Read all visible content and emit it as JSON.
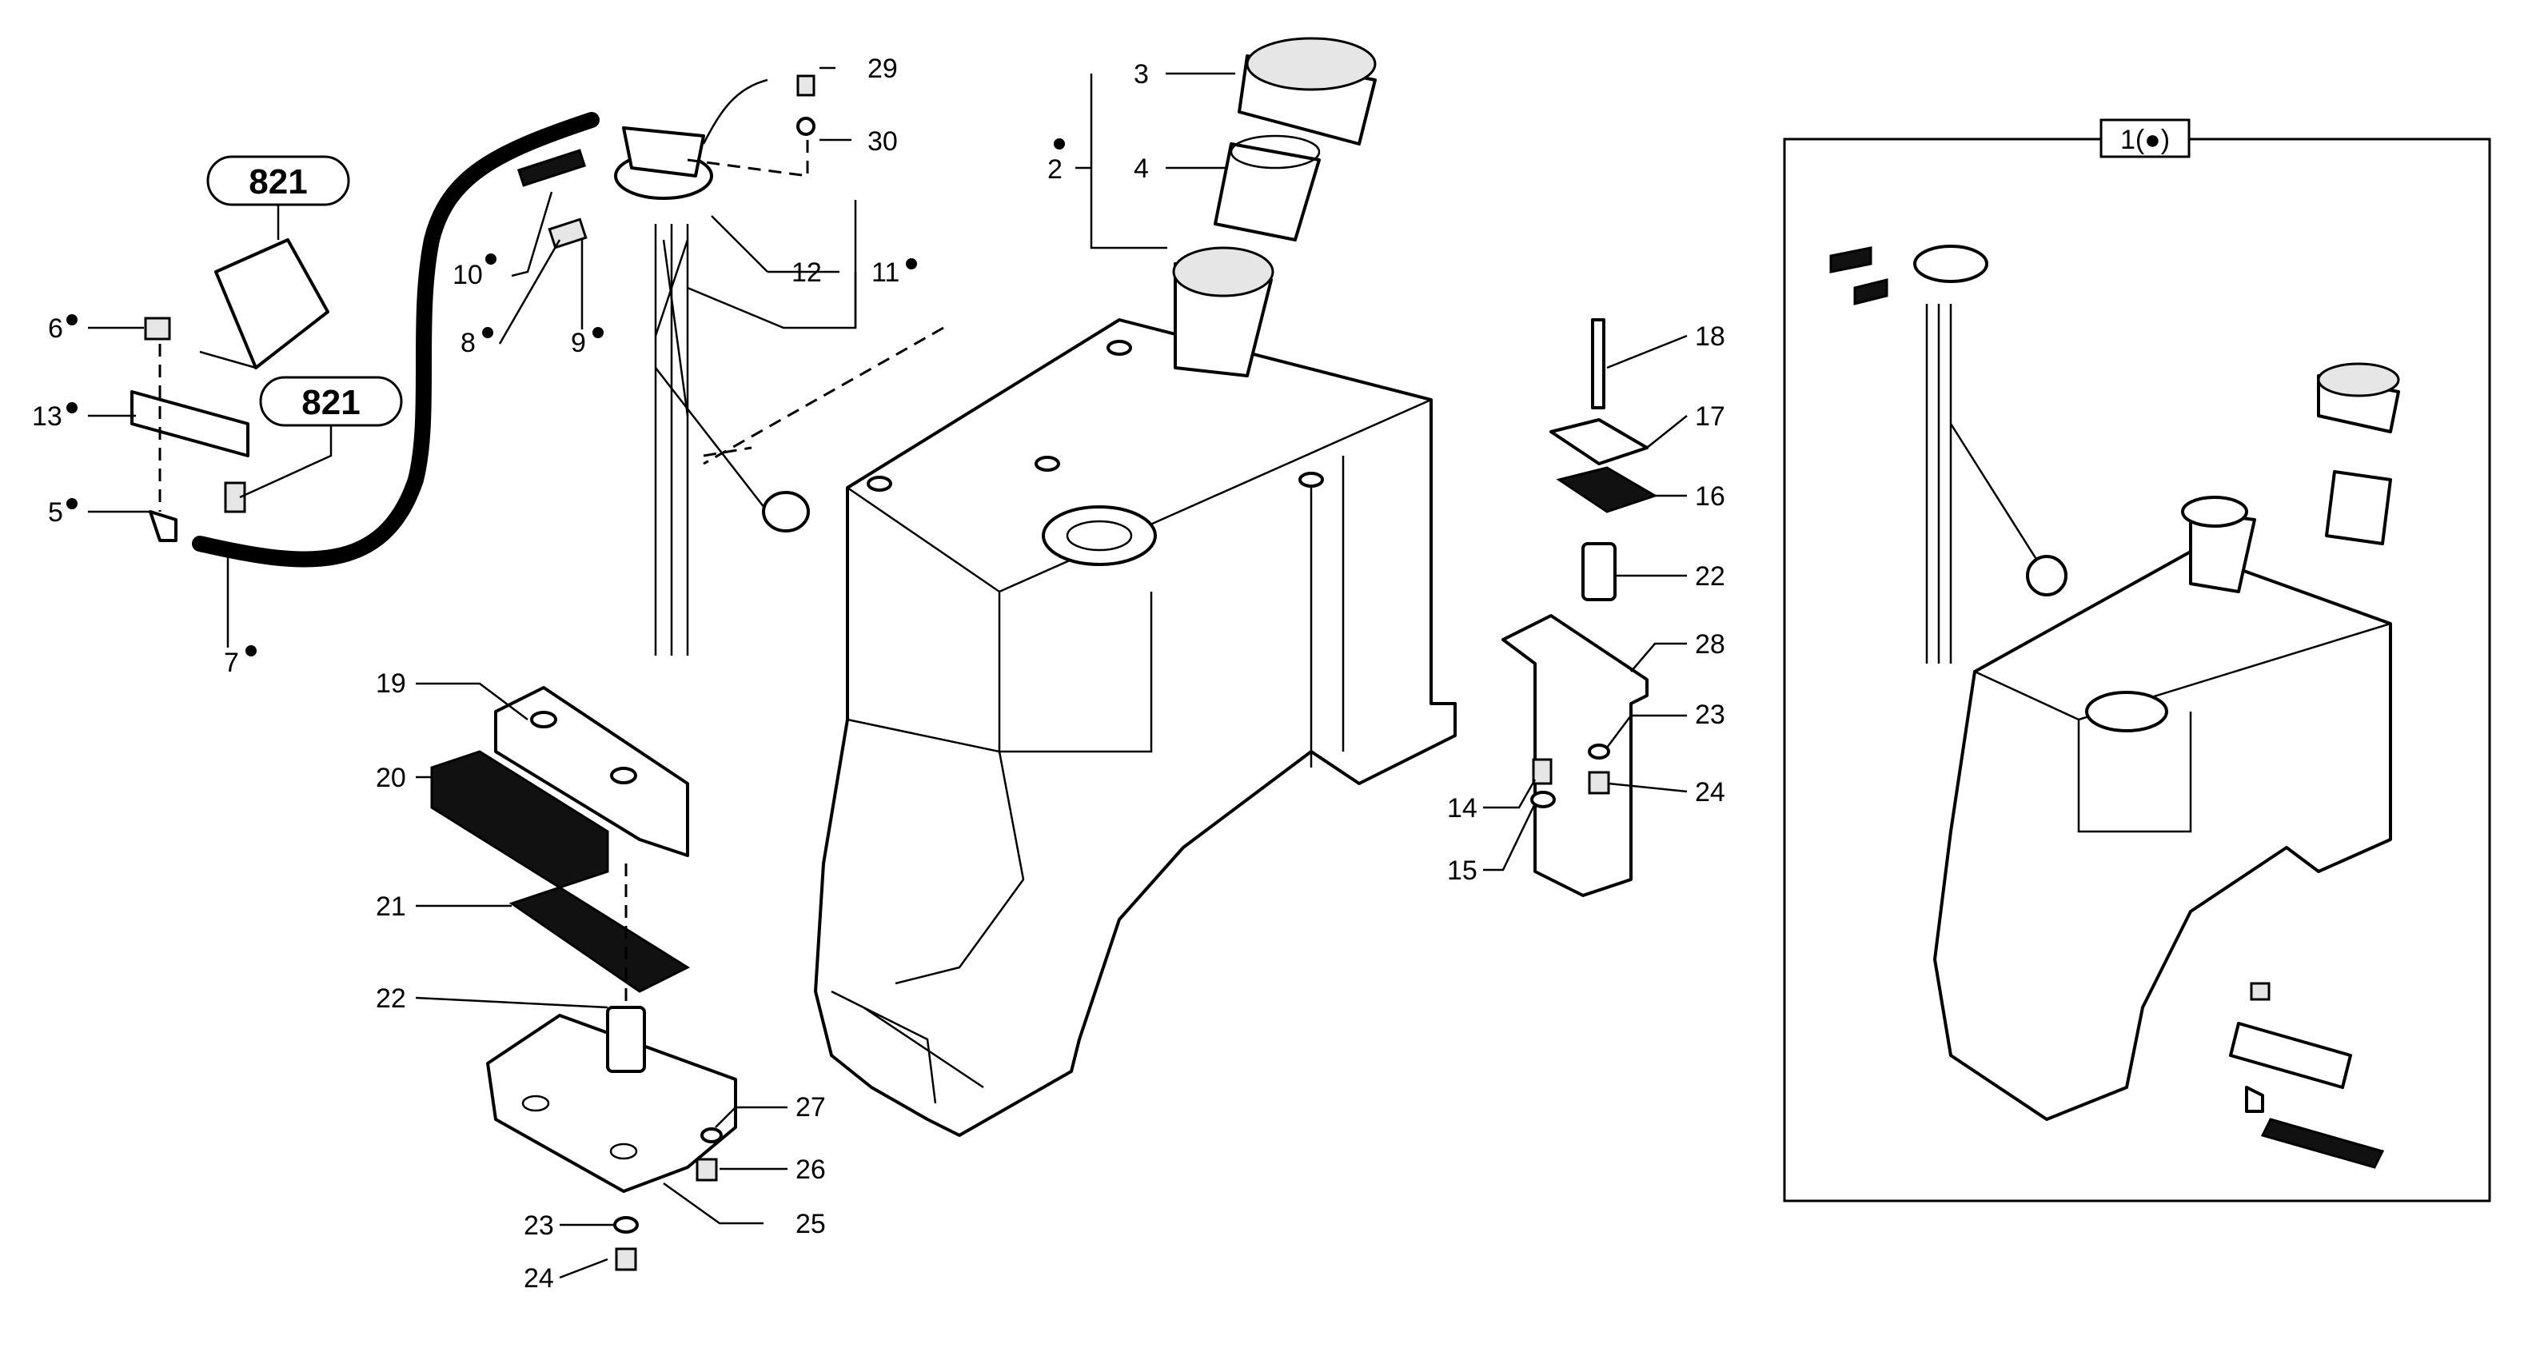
{
  "callouts": {
    "c1": "1(●)",
    "c2": "2",
    "c3": "3",
    "c4": "4",
    "c5": "5",
    "c6": "6",
    "c7": "7",
    "c8": "8",
    "c9": "9",
    "c10": "10",
    "c11": "11",
    "c12": "12",
    "c13": "13",
    "c14": "14",
    "c15": "15",
    "c16": "16",
    "c17": "17",
    "c18": "18",
    "c19": "19",
    "c20": "20",
    "c21": "21",
    "c22a": "22",
    "c22b": "22",
    "c23a": "23",
    "c23b": "23",
    "c24a": "24",
    "c24b": "24",
    "c25": "25",
    "c26": "26",
    "c27": "27",
    "c28": "28",
    "c29": "29",
    "c30": "30"
  },
  "badges": {
    "b1": "821",
    "b2": "821"
  }
}
